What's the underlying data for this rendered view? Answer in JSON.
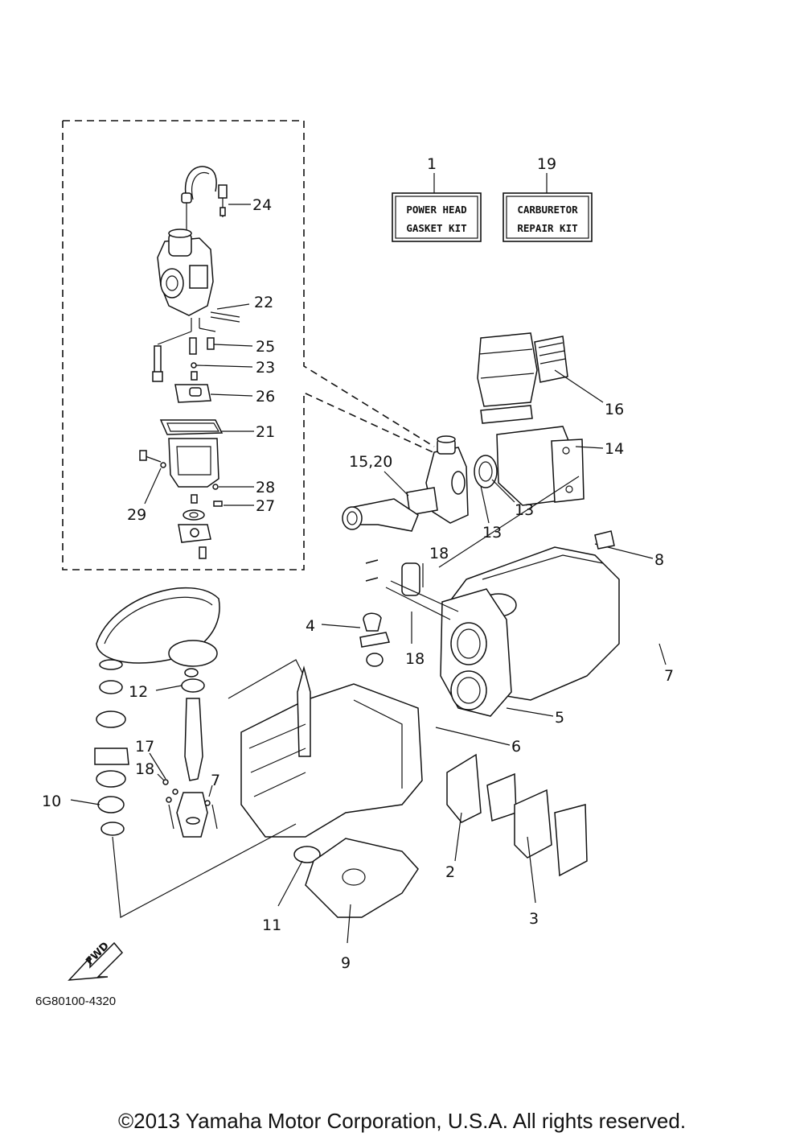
{
  "diagram": {
    "kits": [
      {
        "number": "1",
        "line1": "POWER HEAD",
        "line2": "GASKET KIT"
      },
      {
        "number": "19",
        "line1": "CARBURETOR",
        "line2": "REPAIR KIT"
      }
    ],
    "callouts": {
      "c24": "24",
      "c22": "22",
      "c25": "25",
      "c23": "23",
      "c26": "26",
      "c21": "21",
      "c28": "28",
      "c27": "27",
      "c29": "29",
      "c16": "16",
      "c14": "14",
      "c15_20": "15,20",
      "c13a": "13",
      "c13b": "13",
      "c18a": "18",
      "c8": "8",
      "c4": "4",
      "c18b": "18",
      "c7a": "7",
      "c12": "12",
      "c5": "5",
      "c6": "6",
      "c17": "17",
      "c18c": "18",
      "c7b": "7",
      "c10": "10",
      "c2": "2",
      "c3": "3",
      "c11": "11",
      "c9": "9"
    },
    "fwd_label": "FWD",
    "diagram_code": "6G80100-4320"
  },
  "footer": {
    "copyright": "©2013 Yamaha Motor Corporation, U.S.A. All rights reserved."
  }
}
